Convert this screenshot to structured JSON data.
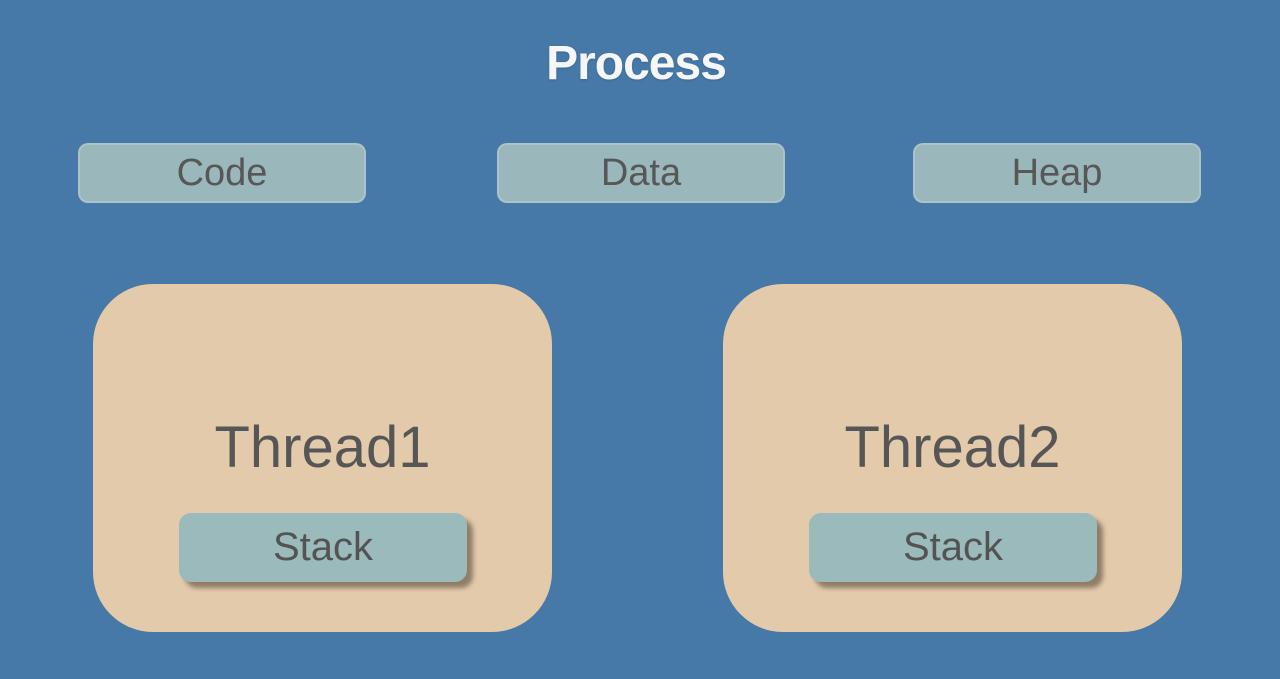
{
  "diagram": {
    "title": "Process",
    "memory_segments": [
      {
        "label": "Code"
      },
      {
        "label": "Data"
      },
      {
        "label": "Heap"
      }
    ],
    "threads": [
      {
        "label": "Thread1",
        "stack_label": "Stack"
      },
      {
        "label": "Thread2",
        "stack_label": "Stack"
      }
    ],
    "colors": {
      "background": "#4678A8",
      "segment_fill": "#9AB8BB",
      "thread_fill": "#E3CAAA",
      "stack_fill": "#9BBABC",
      "dark_text": "#575757",
      "title_text": "#F6F6F6",
      "stack_shadow": "rgba(74,62,50,0.55)"
    }
  }
}
